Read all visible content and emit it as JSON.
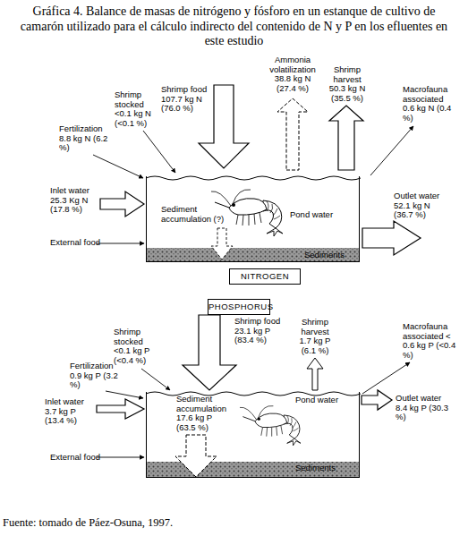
{
  "diagram": {
    "title": "Gráfica 4. Balance de masas de nitrógeno y fósforo en un estanque de cultivo de camarón utilizado para el cálculo indirecto del contenido de N y P en los efluentes en este estudio",
    "caption": "Fuente: tomado de Páez-Osuna, 1997.",
    "nodes": [
      {
        "text": [
          "Pond water",
          "Sediment accumulation (?)",
          "Sediments"
        ]
      },
      {
        "text": [
          "NITROGEN"
        ]
      },
      {
        "text": [
          "PHOSPHORUS"
        ]
      },
      {
        "text": [
          "Sediment accumulation 17.6 kg P (63.5 %)",
          "Pond water",
          "Sediments"
        ]
      }
    ],
    "labels": [
      "Shrimp stocked <0.1 kg N (<0.1 %)",
      "Shrimp food 107.7 kg N (76.0 %)",
      "Ammonia volatilization 38.8 kg N (27.4 %)",
      "Shrimp harvest 50.3 kg N (35.5 %)",
      "Macrofauna associated 0.6 kg N (0.4 %)",
      "Fertilization 8.8 kg N (6.2 %)",
      "Inlet water 25.3 Kg N (17.8 %)",
      "Outlet water 52.1 kg N (36.7 %)",
      "External food",
      "Shrimp stocked <0.1 kg P (<0.4 %)",
      "Shrimp food 23.1 kg P (83.4 %)",
      "Shrimp harvest 1.7 kg P (6.1 %)",
      "Macrofauna associated < 0.6 kg P (<0.4 %)",
      "Fertilization 0.9 kg P (3.2 %)",
      "Inlet water 3.7 kg P (13.4 %)",
      "Outlet water 8.4 kg P (30.3 %)",
      "External food"
    ]
  }
}
